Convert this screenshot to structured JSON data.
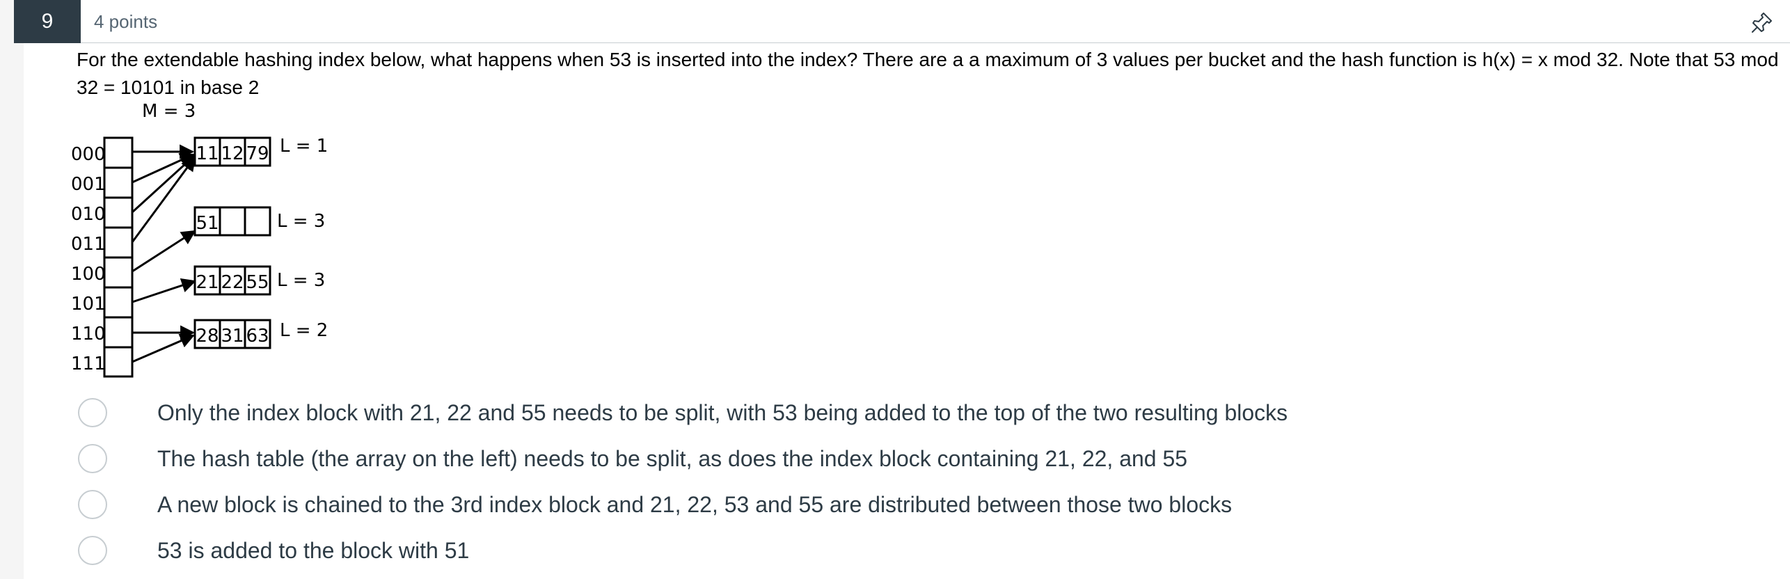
{
  "header": {
    "question_number": "9",
    "points": "4 points",
    "pin_icon": "pin-icon"
  },
  "question": {
    "text": "For the extendable hashing index below, what happens when 53 is inserted into the index? There are a a maximum of 3 values per bucket and the hash function is h(x) = x mod 32. Note that 53 mod 32 = 10101 in base 2"
  },
  "diagram": {
    "global_depth_label": "M = 3",
    "directory": [
      "000",
      "001",
      "010",
      "011",
      "100",
      "101",
      "110",
      "111"
    ],
    "buckets": [
      {
        "values": [
          "11",
          "12",
          "79"
        ],
        "depth_label": "L = 1"
      },
      {
        "values": [
          "51",
          "",
          ""
        ],
        "depth_label": "L = 3"
      },
      {
        "values": [
          "21",
          "22",
          "55"
        ],
        "depth_label": "L = 3"
      },
      {
        "values": [
          "28",
          "31",
          "63"
        ],
        "depth_label": "L = 2"
      }
    ]
  },
  "answers": [
    "Only the index block with 21, 22 and 55 needs to be split, with 53 being added to the top of the two resulting blocks",
    "The hash table (the array on the left) needs to be split, as does the index block containing 21, 22, and 55",
    "A new block is chained to the 3rd index block and 21, 22, 53 and 55 are distributed between those two blocks",
    "53 is added to the block with 51"
  ],
  "colors": {
    "header_badge": "#2d3b45",
    "text": "#2d3b45",
    "border": "#c7cdd1"
  }
}
